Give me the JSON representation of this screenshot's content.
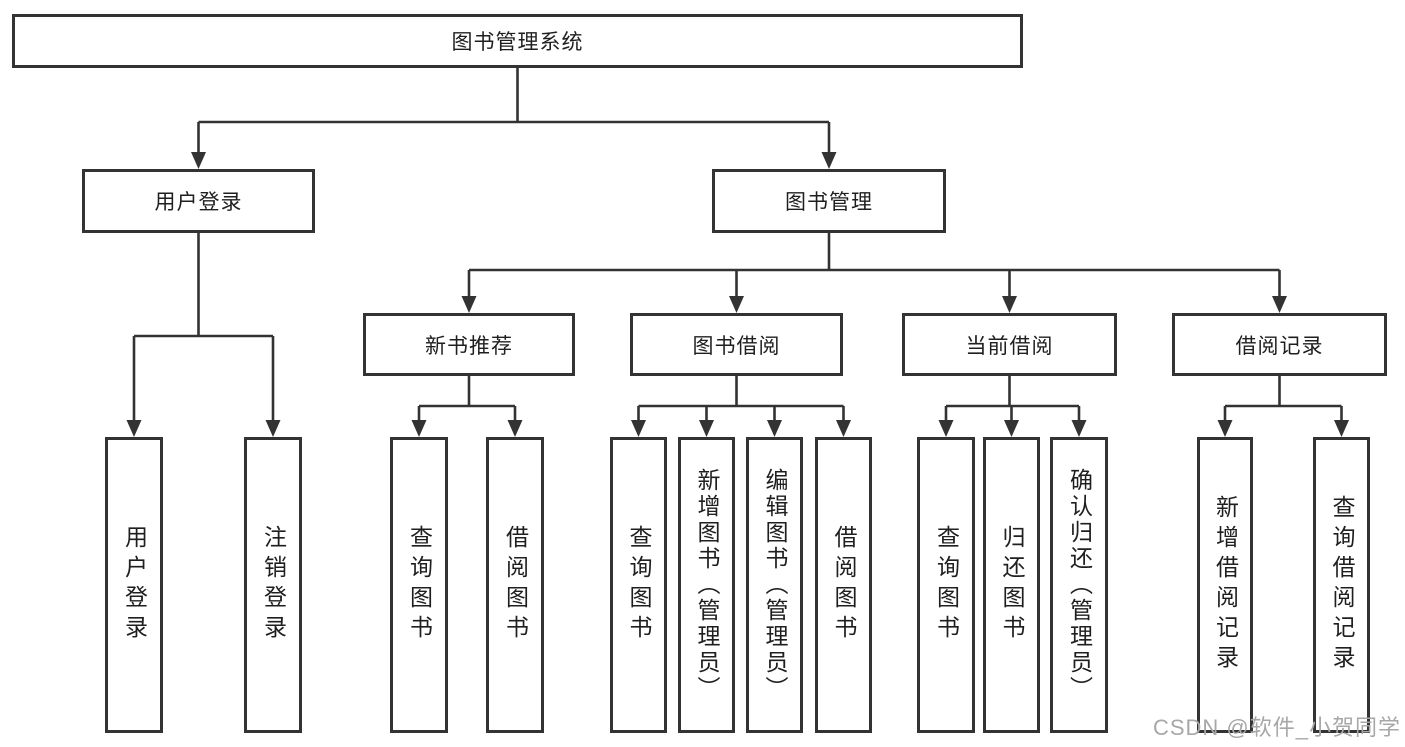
{
  "diagram": {
    "root": {
      "label": "图书管理系统"
    },
    "level2": [
      {
        "label": "用户登录"
      },
      {
        "label": "图书管理"
      }
    ],
    "level3": [
      {
        "label": "新书推荐"
      },
      {
        "label": "图书借阅"
      },
      {
        "label": "当前借阅"
      },
      {
        "label": "借阅记录"
      }
    ],
    "leaves": {
      "user_login": [
        {
          "label": "用户登录"
        },
        {
          "label": "注销登录"
        }
      ],
      "new_books": [
        {
          "label": "查询图书"
        },
        {
          "label": "借阅图书"
        }
      ],
      "book_borrow": [
        {
          "label": "查询图书"
        },
        {
          "label": "新增图书（管理员）"
        },
        {
          "label": "编辑图书（管理员）"
        },
        {
          "label": "借阅图书"
        }
      ],
      "current_borrow": [
        {
          "label": "查询图书"
        },
        {
          "label": "归还图书"
        },
        {
          "label": "确认归还（管理员）"
        }
      ],
      "borrow_records": [
        {
          "label": "新增借阅记录"
        },
        {
          "label": "查询借阅记录"
        }
      ]
    }
  },
  "watermark": {
    "text": "CSDN @软件_小贺同学"
  },
  "colors": {
    "line": "#333333",
    "box_border": "#333333",
    "box_fill": "#ffffff",
    "text": "#1f1f1f",
    "watermark": "#a7a7a7",
    "background": "#ffffff"
  }
}
